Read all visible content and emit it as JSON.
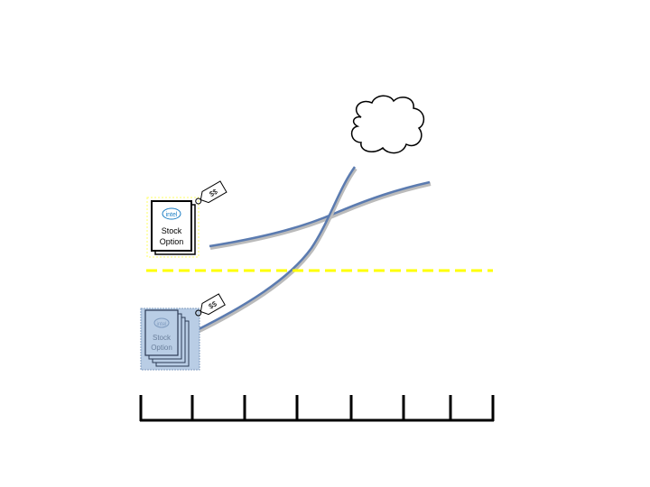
{
  "option_card": {
    "brand": "intel",
    "line1": "Stock",
    "line2": "Option"
  },
  "price_tag": {
    "label": "$$"
  },
  "colors": {
    "curve": "#5b7bb0",
    "threshold": "#ffff00",
    "stack_fill": "#b9cde5",
    "axis": "#000000"
  }
}
